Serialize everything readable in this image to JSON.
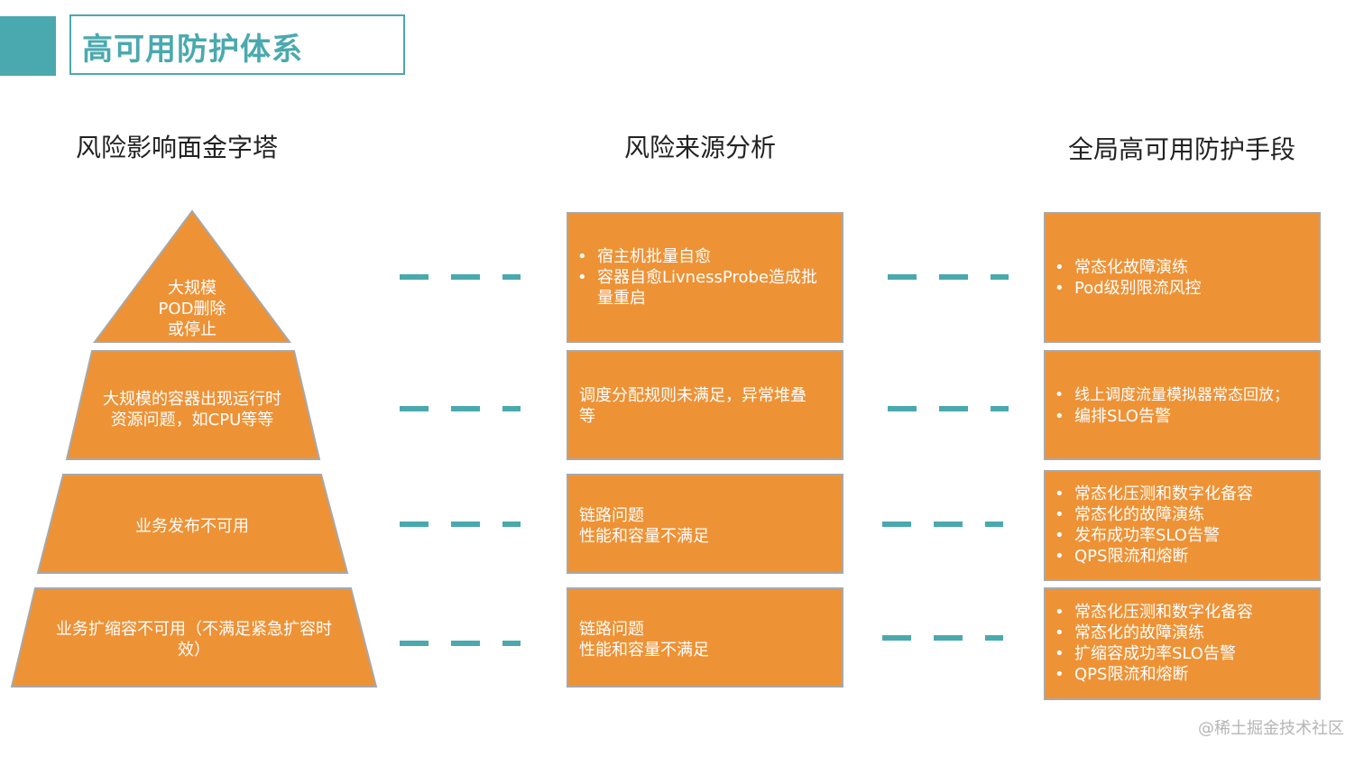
{
  "title": "高可用防护体系",
  "columns": {
    "pyramid": "风险影响面金字塔",
    "analysis": "风险来源分析",
    "protection": "全局高可用防护手段"
  },
  "pyramid_levels": [
    {
      "lines": [
        "大规模",
        "POD删除",
        "或停止"
      ]
    },
    {
      "lines": [
        "大规模的容器出现运行时",
        "资源问题，如CPU等等"
      ]
    },
    {
      "lines": [
        "业务发布不可用"
      ]
    },
    {
      "lines": [
        "业务扩缩容不可用（不满足紧急扩容时",
        "效）"
      ]
    }
  ],
  "analysis_boxes": [
    {
      "bullets": [
        "宿主机批量自愈",
        "容器自愈LivnessProbe造成批量重启"
      ]
    },
    {
      "lines": [
        "调度分配规则未满足，异常堆叠",
        "等"
      ]
    },
    {
      "lines": [
        "链路问题",
        "性能和容量不满足"
      ]
    },
    {
      "lines": [
        "链路问题",
        "性能和容量不满足"
      ]
    }
  ],
  "protection_boxes": [
    {
      "bullets": [
        "常态化故障演练",
        "Pod级别限流风控"
      ]
    },
    {
      "bullets": [
        "线上调度流量模拟器常态回放；",
        "编排SLO告警"
      ]
    },
    {
      "bullets": [
        "常态化压测和数字化备容",
        "常态化的故障演练",
        "发布成功率SLO告警",
        "QPS限流和熔断"
      ]
    },
    {
      "bullets": [
        "常态化压测和数字化备容",
        "常态化的故障演练",
        "扩缩容成功率SLO告警",
        "QPS限流和熔断"
      ]
    }
  ],
  "watermark": "@稀土掘金技术社区",
  "colors": {
    "accent": "#4aa9ae",
    "box_fill": "#ee9236",
    "box_border": "#a8a8a8"
  }
}
